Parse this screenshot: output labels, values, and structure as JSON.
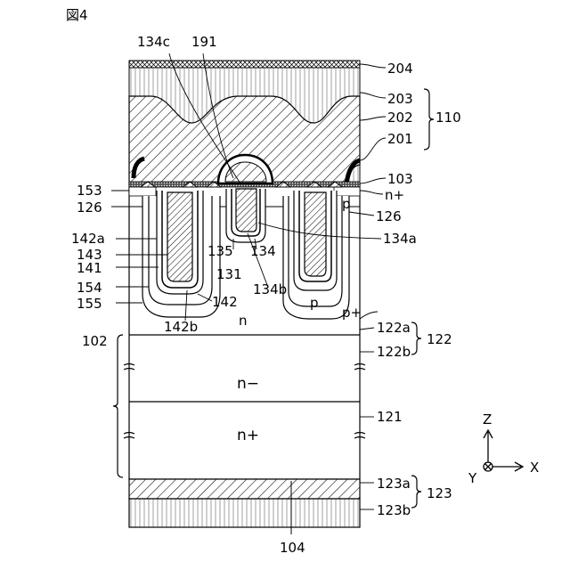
{
  "figure": {
    "title": "図4"
  },
  "layers": {
    "l204": "204",
    "l203": "203",
    "l202": "202",
    "l110": "110",
    "l201": "201",
    "l103": "103",
    "n_plus_top": "n+",
    "l126_right": "126",
    "p_right_top": "p",
    "l134a": "134a",
    "l134": "134",
    "l134b": "134b",
    "l135": "135",
    "l131": "131",
    "l134c": "134c",
    "l191": "191",
    "l153": "153",
    "l126_left": "126",
    "l142a": "142a",
    "l143": "143",
    "l141": "141",
    "l154": "154",
    "l155": "155",
    "l142": "142",
    "l142b": "142b",
    "p_bottom": "p",
    "p_plus": "p+",
    "n_region": "n",
    "l122a": "122a",
    "l122b": "122b",
    "l122": "122",
    "l102": "102",
    "n_minus": "n−",
    "l121": "121",
    "n_plus_sub": "n+",
    "l123a": "123a",
    "l123b": "123b",
    "l123": "123",
    "l104": "104"
  },
  "axes": {
    "z": "Z",
    "y": "Y",
    "x": "X"
  }
}
